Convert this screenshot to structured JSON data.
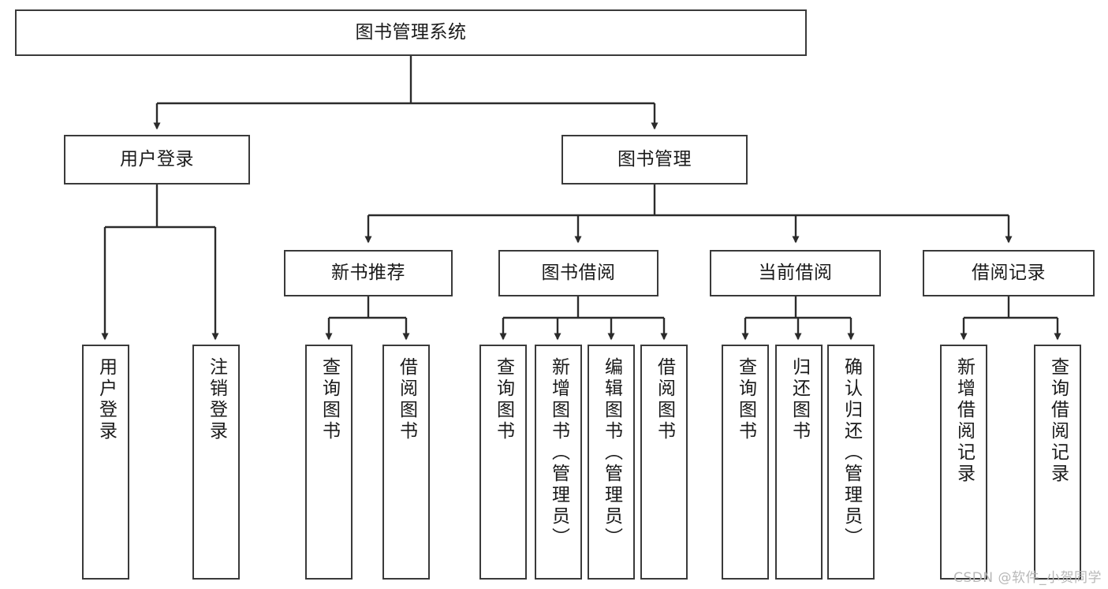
{
  "diagram": {
    "title": "图书管理系统",
    "type": "function-structure-tree",
    "watermark": "CSDN @软件_小贺同学",
    "colors": {
      "border": "#3a3a3a",
      "text": "#1a1a1a",
      "background": "#ffffff",
      "edge": "#2b2b2b",
      "watermark": "#b8b8b8"
    },
    "levels": {
      "root": {
        "label": "图书管理系统"
      },
      "level2": [
        {
          "label": "用户登录"
        },
        {
          "label": "图书管理"
        }
      ],
      "level3": [
        {
          "label": "新书推荐"
        },
        {
          "label": "图书借阅"
        },
        {
          "label": "当前借阅"
        },
        {
          "label": "借阅记录"
        }
      ],
      "leaves": {
        "user_login": [
          {
            "label": "用户登录"
          },
          {
            "label": "注销登录"
          }
        ],
        "new_book_recommend": [
          {
            "label": "查询图书"
          },
          {
            "label": "借阅图书"
          }
        ],
        "book_borrow": [
          {
            "label": "查询图书"
          },
          {
            "label": "新增图书（管理员）"
          },
          {
            "label": "编辑图书（管理员）"
          },
          {
            "label": "借阅图书"
          }
        ],
        "current_borrow": [
          {
            "label": "查询图书"
          },
          {
            "label": "归还图书"
          },
          {
            "label": "确认归还（管理员）"
          }
        ],
        "borrow_record": [
          {
            "label": "新增借阅记录"
          },
          {
            "label": "查询借阅记录"
          }
        ]
      }
    }
  }
}
